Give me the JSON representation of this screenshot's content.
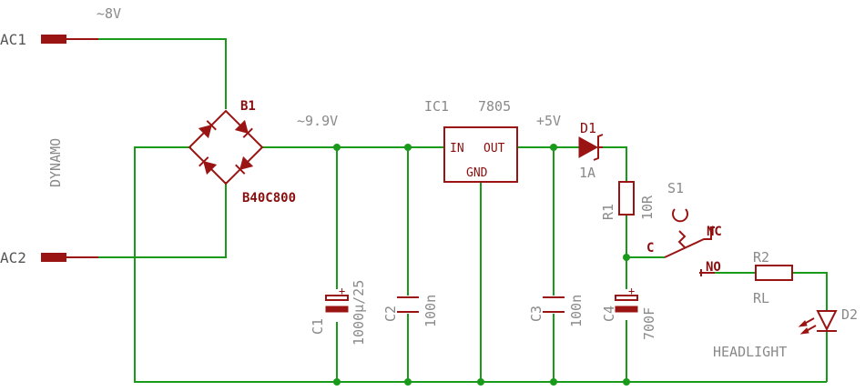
{
  "colors": {
    "wire": "#1a9a1a",
    "component": "#9a1414",
    "label": "#8a8a8a"
  },
  "connectors": {
    "ac1": "AC1",
    "ac2": "AC2",
    "dynamo": "DYNAMO"
  },
  "voltages": {
    "input_ac": "~8V",
    "rectified": "~9.9V",
    "regulated": "+5V"
  },
  "bridge": {
    "name": "B1",
    "value": "B40C800"
  },
  "regulator": {
    "name": "IC1",
    "value": "7805",
    "pin_in": "IN",
    "pin_out": "OUT",
    "pin_gnd": "GND"
  },
  "capacitors": {
    "c1": {
      "name": "C1",
      "value": "1000µ/25"
    },
    "c2": {
      "name": "C2",
      "value": "100n"
    },
    "c3": {
      "name": "C3",
      "value": "100n"
    },
    "c4": {
      "name": "C4",
      "value": "700F"
    }
  },
  "diode": {
    "name": "D1",
    "value": "1A"
  },
  "resistors": {
    "r1": {
      "name": "R1",
      "value": "10R"
    },
    "r2": {
      "name": "R2",
      "value": "RL"
    }
  },
  "switch": {
    "name": "S1",
    "common": "C",
    "nc": "NC",
    "no": "NO"
  },
  "led": {
    "name": "D2",
    "label": "HEADLIGHT"
  }
}
